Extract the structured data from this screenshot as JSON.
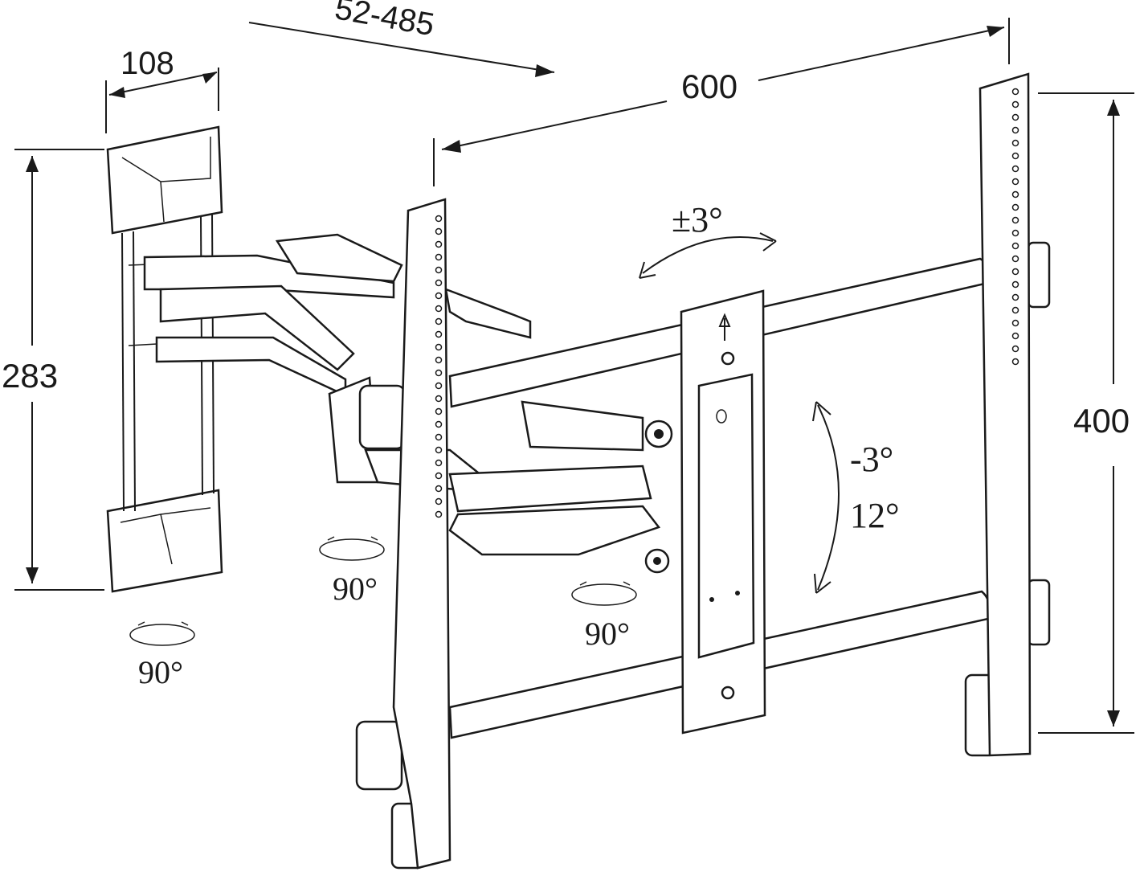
{
  "dimensions": {
    "wall_plate_width": "108",
    "arm_extension": "52-485",
    "horizontal_spacing": "600",
    "wall_plate_height": "283",
    "vertical_spacing": "400"
  },
  "angles": {
    "swivel_tilt_side": "±3°",
    "tilt_up": "-3°",
    "tilt_down": "12°",
    "rotation_wall": "90°",
    "rotation_mid": "90°",
    "rotation_head": "90°"
  }
}
